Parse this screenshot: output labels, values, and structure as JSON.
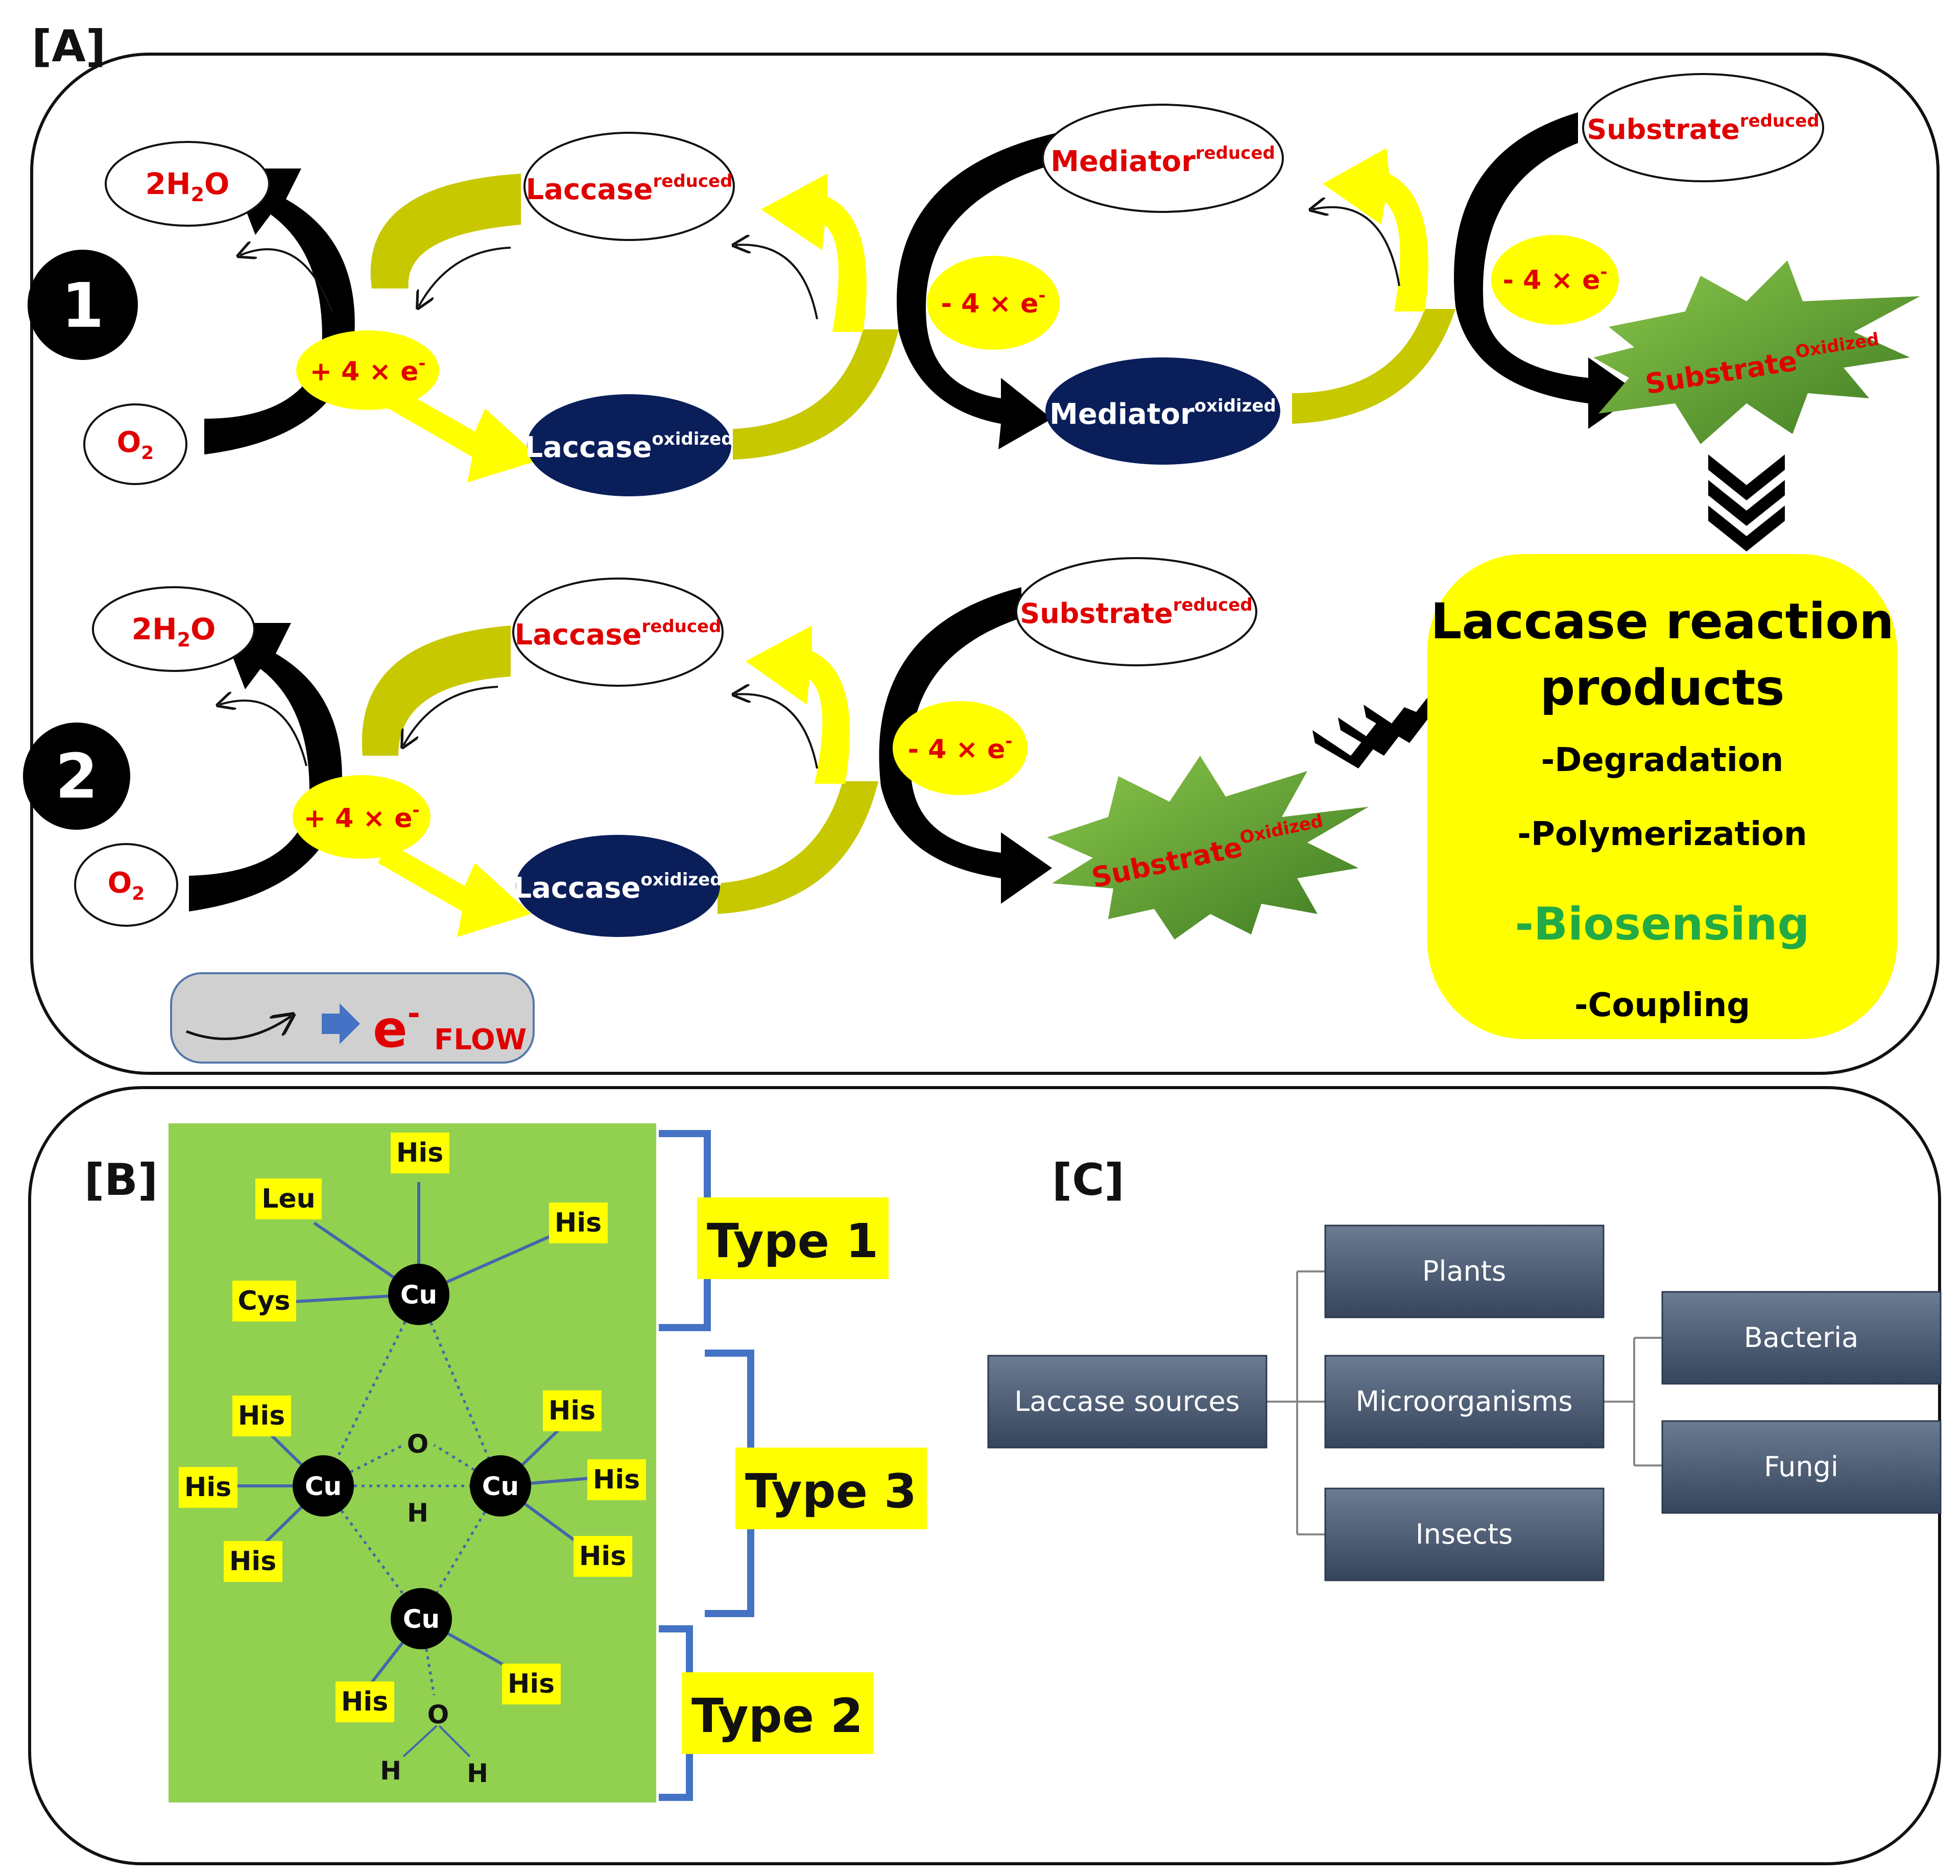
{
  "panel_a": {
    "label": "[A]",
    "pathway1": {
      "number": "1",
      "water": {
        "base": "2H",
        "sub": "2",
        "tail": "O"
      },
      "oxygen": {
        "base": "O",
        "sub": "2"
      },
      "laccase_reduced": {
        "base": "Laccase",
        "sup": "reduced"
      },
      "laccase_oxidized": {
        "base": "Laccase",
        "sup": "oxidized"
      },
      "mediator_reduced": {
        "base": "Mediator",
        "sup": "reduced"
      },
      "mediator_oxidized": {
        "base": "Mediator",
        "sup": "oxidized"
      },
      "substrate_reduced": {
        "base": "Substrate",
        "sup": "reduced"
      },
      "substrate_oxidized": {
        "base": "Substrate",
        "sup": "Oxidized"
      },
      "gain": {
        "base": "+ 4 × e",
        "sup": "-"
      },
      "loss_mediator": {
        "base": "- 4 × e",
        "sup": "-"
      },
      "loss_substrate": {
        "base": "- 4 × e",
        "sup": "-"
      }
    },
    "pathway2": {
      "number": "2",
      "water": {
        "base": "2H",
        "sub": "2",
        "tail": "O"
      },
      "oxygen": {
        "base": "O",
        "sub": "2"
      },
      "laccase_reduced": {
        "base": "Laccase",
        "sup": "reduced"
      },
      "laccase_oxidized": {
        "base": "Laccase",
        "sup": "oxidized"
      },
      "substrate_reduced": {
        "base": "Substrate",
        "sup": "reduced"
      },
      "substrate_oxidized": {
        "base": "Substrate",
        "sup": "Oxidized"
      },
      "gain": {
        "base": "+ 4 × e",
        "sup": "-"
      },
      "loss": {
        "base": "- 4 × e",
        "sup": "-"
      }
    },
    "products": {
      "title_line1": "Laccase reaction",
      "title_line2": "products",
      "items": [
        "-Degradation",
        "-Polymerization",
        "-Biosensing",
        "-Coupling"
      ]
    },
    "legend": {
      "e": "e",
      "sup": "-",
      "flow": "FLOW"
    }
  },
  "panel_b": {
    "label": "[B]",
    "types": [
      "Type 1",
      "Type 3",
      "Type 2"
    ],
    "copper": "Cu",
    "residues": {
      "type1": [
        "His",
        "Leu",
        "His",
        "Cys"
      ],
      "type3_left": [
        "His",
        "His",
        "His"
      ],
      "type3_right": [
        "His",
        "His",
        "His"
      ],
      "type2": [
        "His",
        "His"
      ]
    },
    "bridge": [
      "O",
      "H"
    ],
    "water_atoms": [
      "O",
      "H",
      "H"
    ]
  },
  "panel_c": {
    "label": "[C]",
    "root": "Laccase sources",
    "level1": [
      "Plants",
      "Microorganisms",
      "Insects"
    ],
    "level2": [
      "Bacteria",
      "Fungi"
    ]
  },
  "colors": {
    "yellow": "#ffff00",
    "olive": "#c8c800",
    "navy": "#0a1e5a",
    "green_star": "#5ca02c",
    "red_text": "#e00000",
    "panel_b_bg": "#92d050",
    "bracket_blue": "#4472c4",
    "node_dark": "#4a5a72",
    "biosensing_green": "#22aa44"
  }
}
